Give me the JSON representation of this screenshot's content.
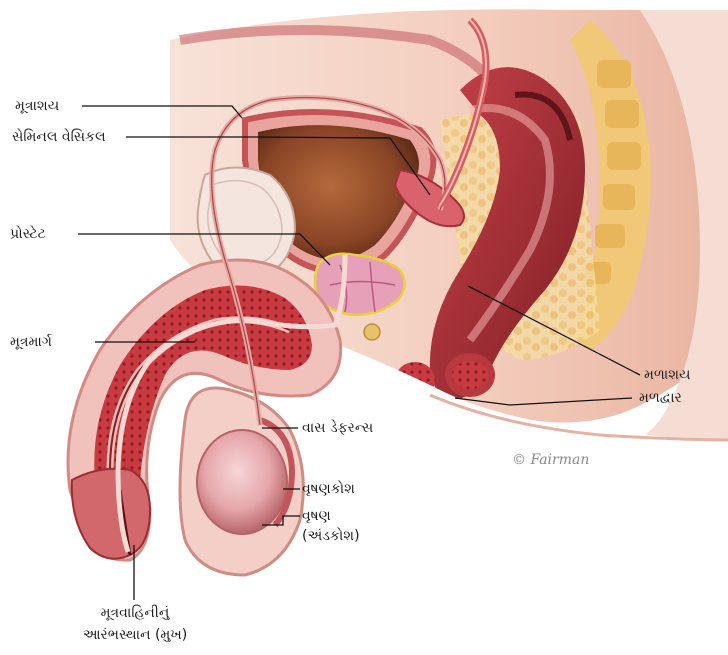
{
  "labels": {
    "bladder": "મૂત્રાશય",
    "seminal_vesicle": "સેમિનલ વેસિકલ",
    "prostate": "પ્રોસ્ટેટ",
    "urethra": "મૂત્રમાર્ગ",
    "rectum": "મળાશય",
    "anus": "મળદ્વાર",
    "vas_deferens": "વાસ ડેફરન્સ",
    "scrotum": "વૃષણકોશ",
    "testis_line1": "વૃષણ",
    "testis_line2": "(અંડકોશ)",
    "meatus_line1": "મૂત્રવાહિનીનું",
    "meatus_line2": "આરંભસ્થાન (મુખ)"
  },
  "signature": "© Fairman",
  "colors": {
    "skin": "#f3d3c6",
    "tissue": "#e29a98",
    "muscle": "#c23a3c",
    "dark_red": "#8e1f24",
    "bladder_fill": "#9a5230",
    "fat": "#f2d79b",
    "prostate_outline": "#e8d23a",
    "leader_line": "#111111"
  }
}
